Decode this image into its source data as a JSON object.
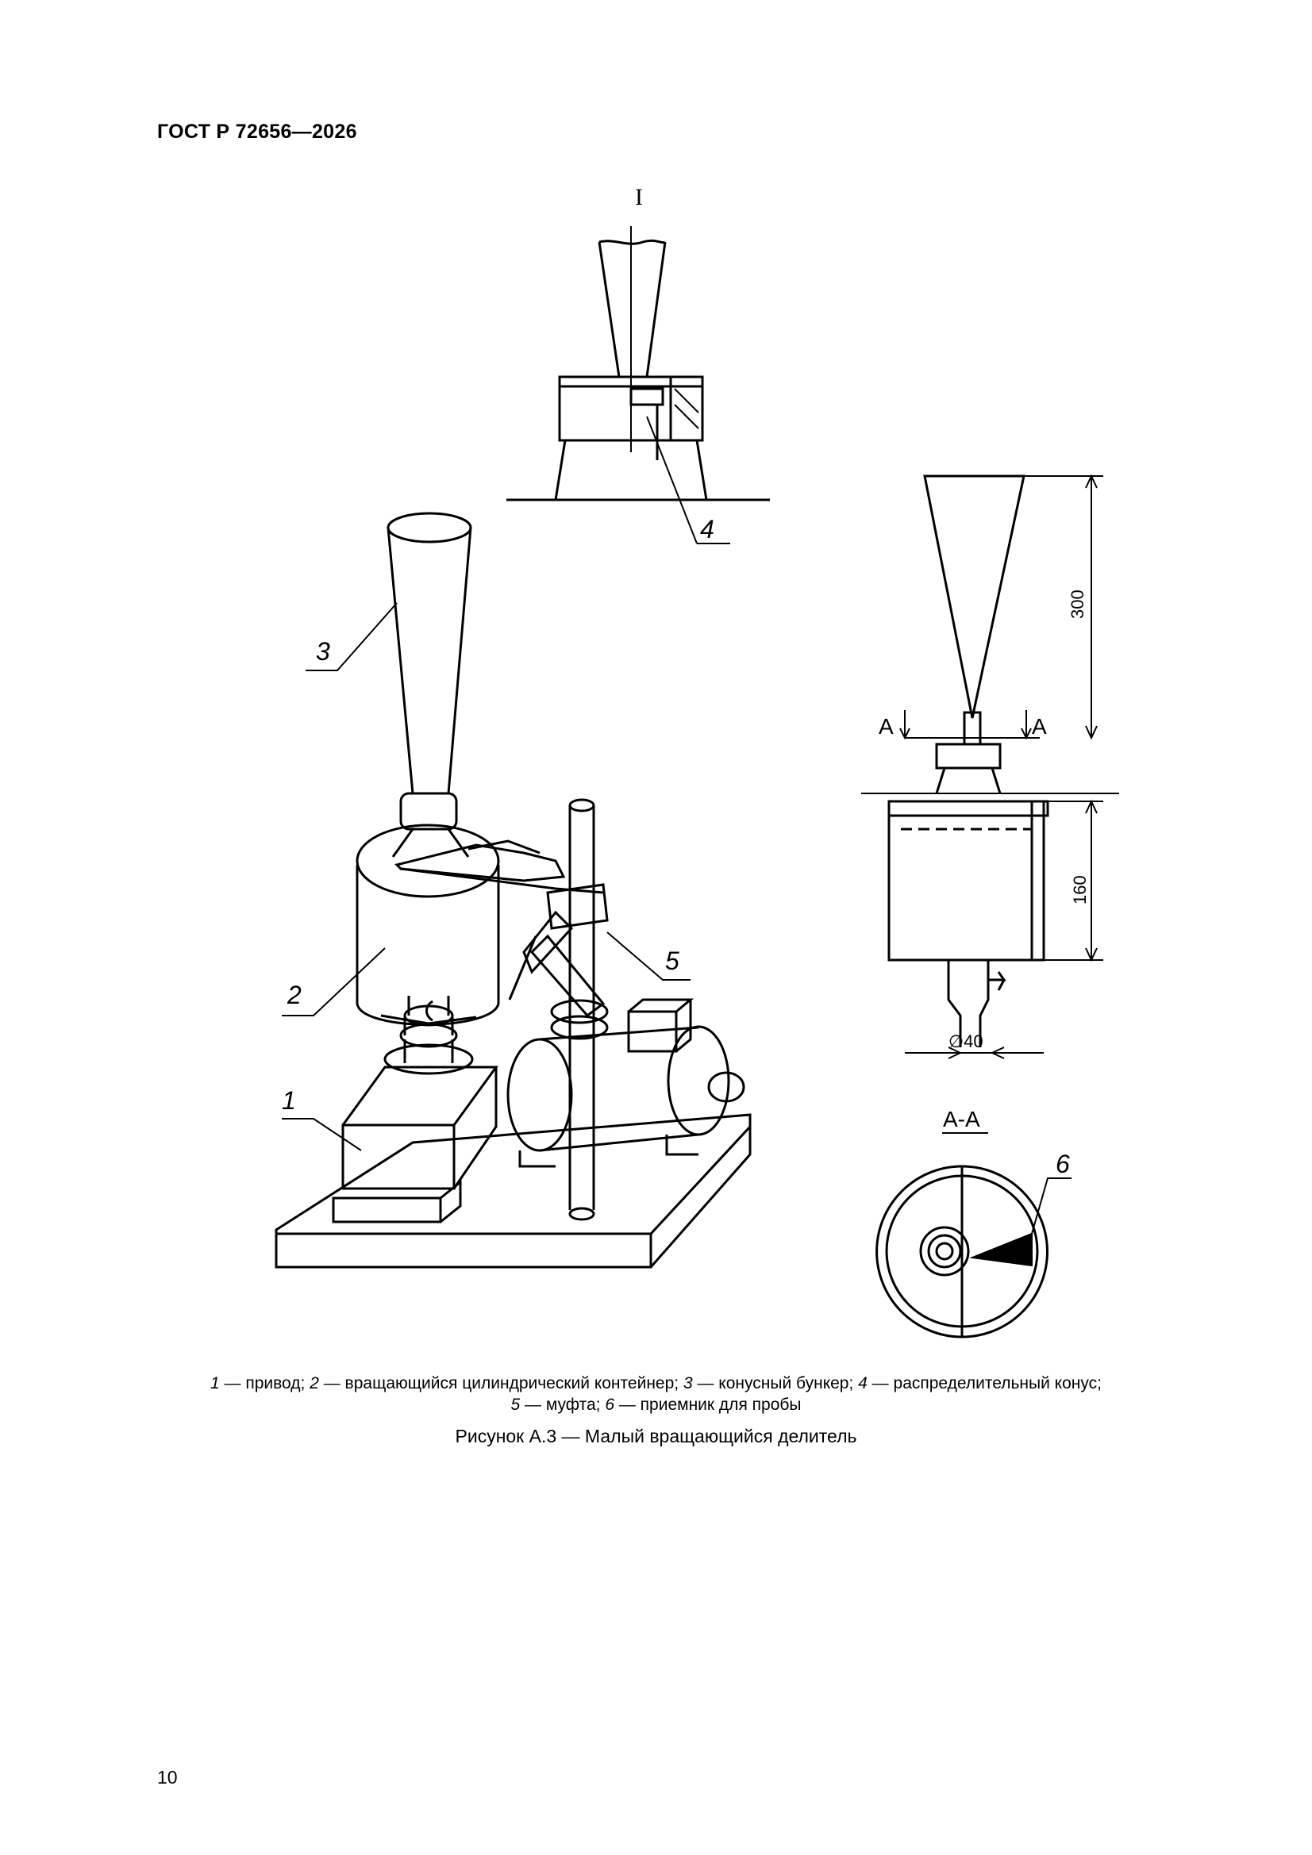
{
  "header": {
    "standard": "ГОСТ Р 72656—2026"
  },
  "figure": {
    "view_label": "I",
    "section_label": "А-А",
    "section_mark_left": "А",
    "section_mark_right": "А",
    "dimensions": {
      "height_top": "300",
      "height_body": "160",
      "diameter": "∅40"
    },
    "callouts": [
      "1",
      "2",
      "3",
      "4",
      "5",
      "6"
    ]
  },
  "legend": {
    "items": [
      {
        "num": "1",
        "text": " — привод; "
      },
      {
        "num": "2",
        "text": " — вращающийся цилиндрический контейнер; "
      },
      {
        "num": "3",
        "text": " — конусный бункер; "
      },
      {
        "num": "4",
        "text": " — распределительный конус;"
      },
      {
        "num": "5",
        "text": " — муфта; "
      },
      {
        "num": "6",
        "text": " — приемник для пробы"
      }
    ]
  },
  "caption": "Рисунок А.3 — Малый вращающийся делитель",
  "page_number": "10"
}
